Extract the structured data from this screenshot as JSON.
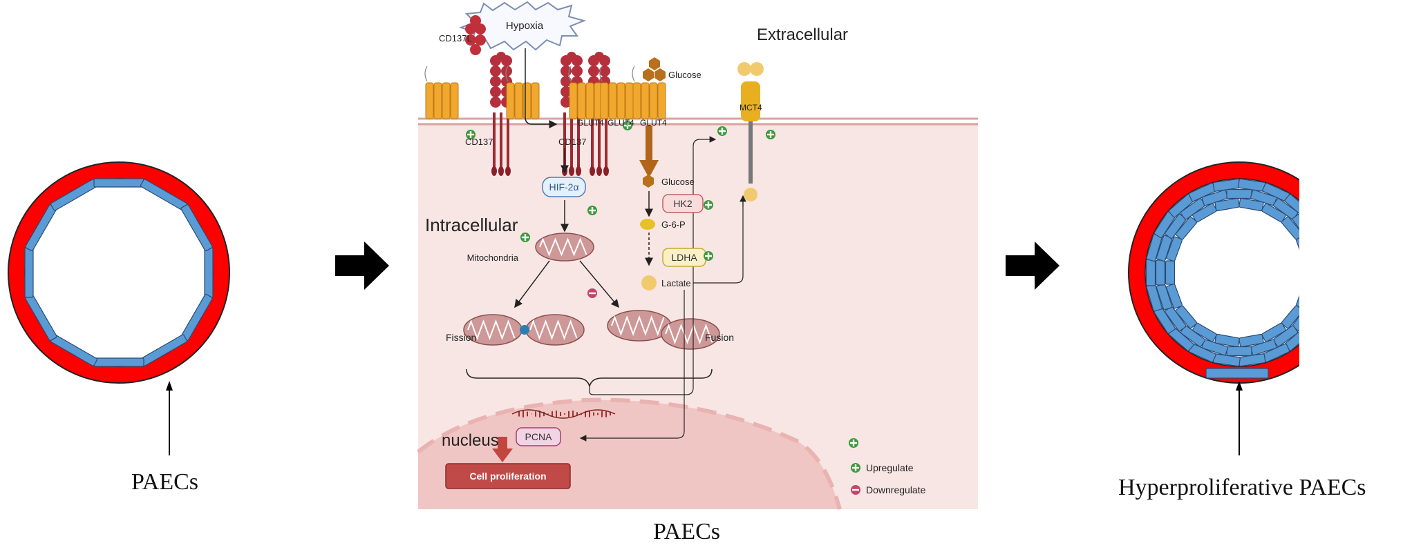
{
  "left_panel": {
    "label": "PAECs"
  },
  "right_panel": {
    "label": "Hyperproliferative PAECs"
  },
  "center_panel": {
    "caption": "PAECs",
    "extracellular": "Extracellular",
    "intracellular": "Intracellular",
    "hypoxia": "Hypoxia",
    "cd137l": "CD137L",
    "cd137_left": "CD137",
    "cd137_right": "CD137",
    "glut4_a": "GLUT4",
    "glut4_b": "GLUT4",
    "glut4_c": "GLUT4",
    "glucose_out": "Glucose",
    "mct4": "MCT4",
    "hif": "HIF-2α",
    "mitochondria": "Mitochondria",
    "fission": "Fission",
    "fusion": "Fusion",
    "glucose_in": "Glucose",
    "hk2": "HK2",
    "g6p": "G-6-P",
    "ldha": "LDHA",
    "lactate": "Lactate",
    "nucleus": "nucleus",
    "pcna": "PCNA",
    "cell_proliferation": "Cell proliferation",
    "legend": {
      "up": "Upregulate",
      "down": "Downregulate"
    }
  },
  "colors": {
    "vessel_red": "#ff0000",
    "cell_blue": "#5b9bd5",
    "receptor_red": "#b5303c",
    "glut_orange": "#f0a830",
    "cytoplasm": "#f8e6e4",
    "membrane": "#d9a4a2",
    "plus_green": "#3c9a3c",
    "minus_pink": "#c2466a"
  }
}
